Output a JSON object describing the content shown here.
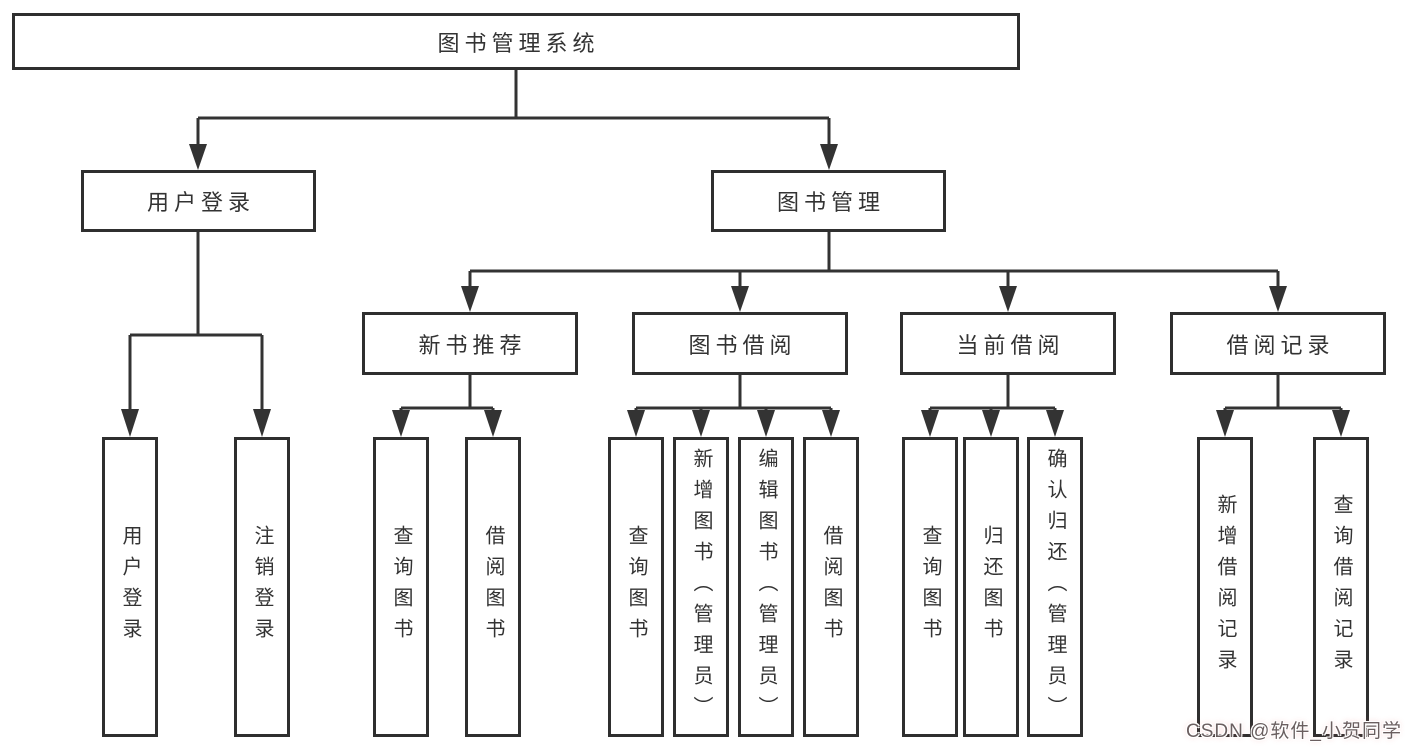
{
  "diagram": {
    "root": {
      "label": "图书管理系统"
    },
    "level2": [
      {
        "label": "用户登录"
      },
      {
        "label": "图书管理"
      }
    ],
    "level3": [
      {
        "label": "新书推荐"
      },
      {
        "label": "图书借阅"
      },
      {
        "label": "当前借阅"
      },
      {
        "label": "借阅记录"
      }
    ],
    "leaves": [
      {
        "label": "用户登录"
      },
      {
        "label": "注销登录"
      },
      {
        "label": "查询图书"
      },
      {
        "label": "借阅图书"
      },
      {
        "label": "查询图书"
      },
      {
        "label": "新增图书（管理员）"
      },
      {
        "label": "编辑图书（管理员）"
      },
      {
        "label": "借阅图书"
      },
      {
        "label": "查询图书"
      },
      {
        "label": "归还图书"
      },
      {
        "label": "确认归还（管理员）"
      },
      {
        "label": "新增借阅记录"
      },
      {
        "label": "查询借阅记录"
      }
    ],
    "colors": {
      "line": "#333333",
      "box_border": "#2f2f2f",
      "text": "#333333",
      "background": "#ffffff",
      "watermark_text": "#6b5f60"
    }
  },
  "watermark": {
    "text": "CSDN @软件_小贺同学"
  }
}
